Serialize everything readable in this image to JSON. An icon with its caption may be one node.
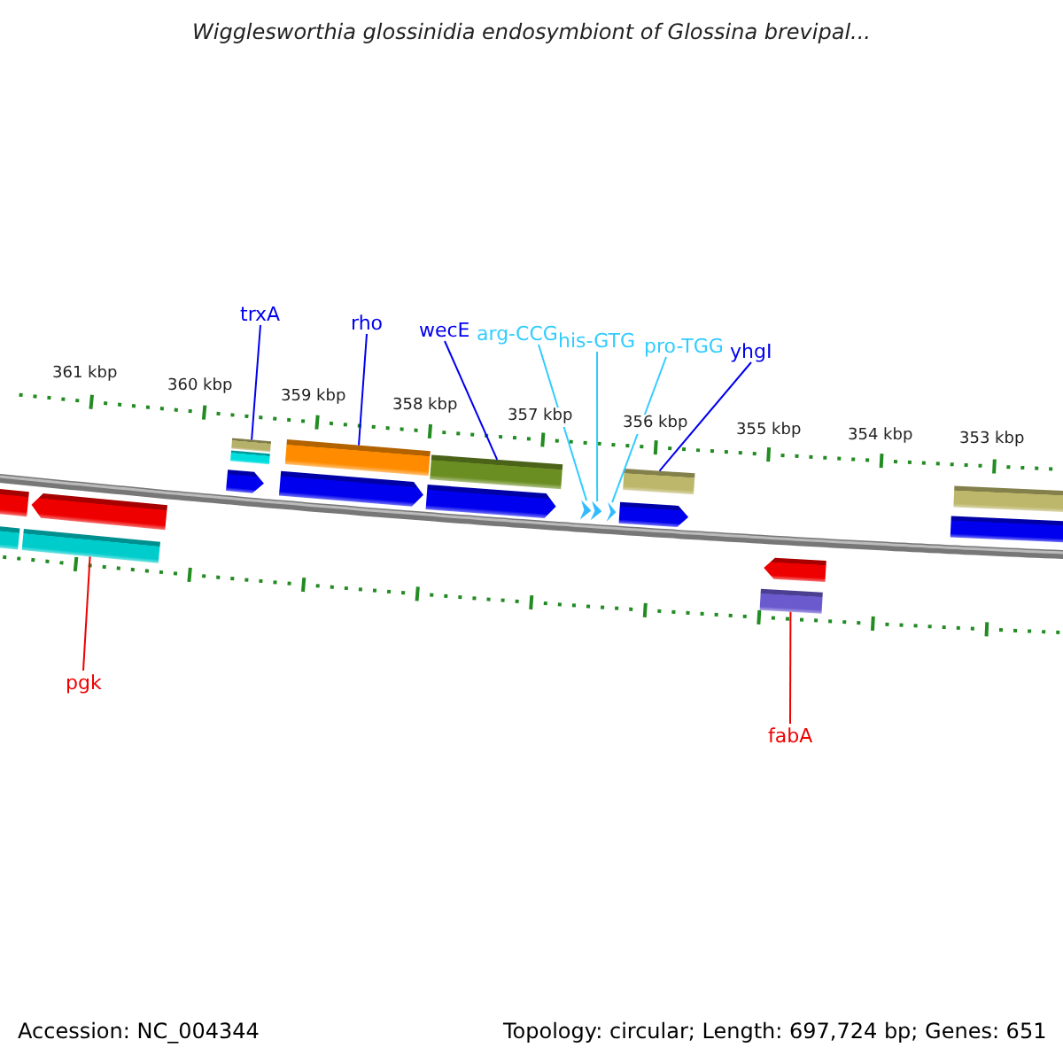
{
  "diagram": {
    "title": "Wigglesworthia glossinidia endosymbiont of Glossina brevipal...",
    "nodes": [
      {
        "text": [
          "trxA"
        ]
      },
      {
        "text": [],
        "shape": "bar"
      },
      {
        "text": [
          "rho"
        ]
      },
      {
        "text": [],
        "shape": "bar"
      },
      {
        "text": [
          "wecE"
        ]
      },
      {
        "text": [],
        "shape": "bar"
      },
      {
        "text": [
          "arg-CCG"
        ]
      },
      {
        "text": [],
        "shape": "chevron"
      },
      {
        "text": [
          "his-GTG"
        ]
      },
      {
        "text": [],
        "shape": "chevron"
      },
      {
        "text": [
          "pro-TGG"
        ]
      },
      {
        "text": [],
        "shape": "chevron"
      },
      {
        "text": [
          "yhgI"
        ]
      },
      {
        "text": [],
        "shape": "bar"
      },
      {
        "text": [
          "pgk"
        ]
      },
      {
        "text": [],
        "shape": "bar"
      },
      {
        "text": [
          "fabA"
        ]
      },
      {
        "text": [],
        "shape": "bar"
      }
    ],
    "edges": [
      {
        "from": 0,
        "to": 1,
        "arrow": "none",
        "color": "#0000ee"
      },
      {
        "from": 2,
        "to": 3,
        "arrow": "none",
        "color": "#0000ee"
      },
      {
        "from": 4,
        "to": 5,
        "arrow": "none",
        "color": "#0000ee"
      },
      {
        "from": 6,
        "to": 7,
        "arrow": "none",
        "color": "#33ccff"
      },
      {
        "from": 8,
        "to": 9,
        "arrow": "none",
        "color": "#33ccff"
      },
      {
        "from": 10,
        "to": 11,
        "arrow": "none",
        "color": "#33ccff"
      },
      {
        "from": 12,
        "to": 13,
        "arrow": "none",
        "color": "#0000ee"
      },
      {
        "from": 14,
        "to": 15,
        "arrow": "none",
        "color": "#ee0000"
      },
      {
        "from": 16,
        "to": 17,
        "arrow": "none",
        "color": "#ee0000"
      }
    ],
    "labels": [
      "361 kbp",
      "360 kbp",
      "359 kbp",
      "358 kbp",
      "357 kbp",
      "356 kbp",
      "355 kbp",
      "354 kbp",
      "353 kbp",
      "Accession: NC_004344",
      "Topology: circular; Length: 697,724 bp; Genes: 651"
    ]
  }
}
